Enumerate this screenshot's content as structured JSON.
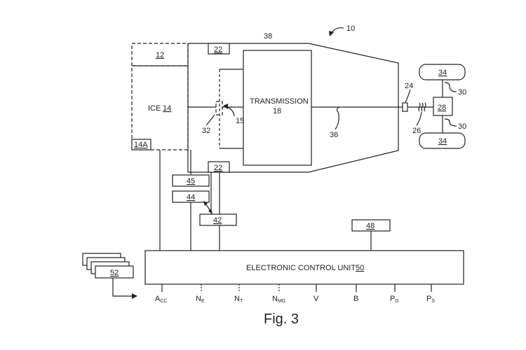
{
  "figure": {
    "caption": "Fig. 3",
    "reference_numeral": "10"
  },
  "components": {
    "block_12": "12",
    "ice_label": "ICE",
    "ice_number": "14",
    "ice_sub": "14A",
    "housing": "38",
    "sensor_top": "22",
    "sensor_bottom": "22",
    "transmission_label": "TRANSMISSION",
    "transmission_number": "18",
    "clutch": "15",
    "shaft_32": "32",
    "shaft_36": "36",
    "sensor_24": "24",
    "axle_26": "26",
    "differential": "28",
    "wheel_top": "34",
    "wheel_bottom": "34",
    "axle_30_top": "30",
    "axle_30_bottom": "30",
    "block_45": "45",
    "block_44": "44",
    "block_42": "42",
    "block_48": "48",
    "block_52": "52",
    "ecu_label": "ELECTRONIC CONTROL UNIT",
    "ecu_number": "50"
  },
  "signals": {
    "acc_main": "A",
    "acc_sub": "CC",
    "ne_main": "N",
    "ne_sub": "E",
    "nt_main": "N",
    "nt_sub": "T",
    "nmg_main": "N",
    "nmg_sub": "MG",
    "v": "V",
    "b": "B",
    "pd_main": "P",
    "pd_sub": "D",
    "ps_main": "P",
    "ps_sub": "S"
  }
}
